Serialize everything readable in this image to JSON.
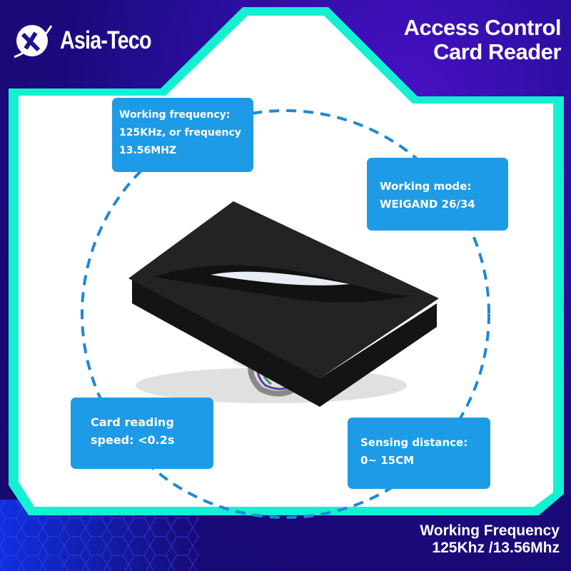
{
  "brand": {
    "name": "Asia-Teco",
    "logo_icon": "globe-x-icon"
  },
  "header": {
    "title_line1": "Access Control",
    "title_line2": "Card Reader"
  },
  "features": [
    {
      "line1": "Working frequency:",
      "line2": "125KHz, or frequency",
      "line3": "13.56MHZ"
    },
    {
      "line1": "Working mode:",
      "line2": "WEIGAND 26/34"
    },
    {
      "line1": "Card reading",
      "line2": "speed: <0.2s"
    },
    {
      "line1": "Sensing distance:",
      "line2": "0~ 15CM"
    }
  ],
  "footer": {
    "line1": "Working Frequency",
    "line2": "125Khz /13.56Mhz"
  },
  "product": {
    "name": "card-reader-device",
    "color": "black"
  },
  "colors": {
    "background": "#2a0e9e",
    "frame_accent": "#14f0d2",
    "callout": "#1e9be6",
    "dashed_circle": "#1e88d8"
  }
}
